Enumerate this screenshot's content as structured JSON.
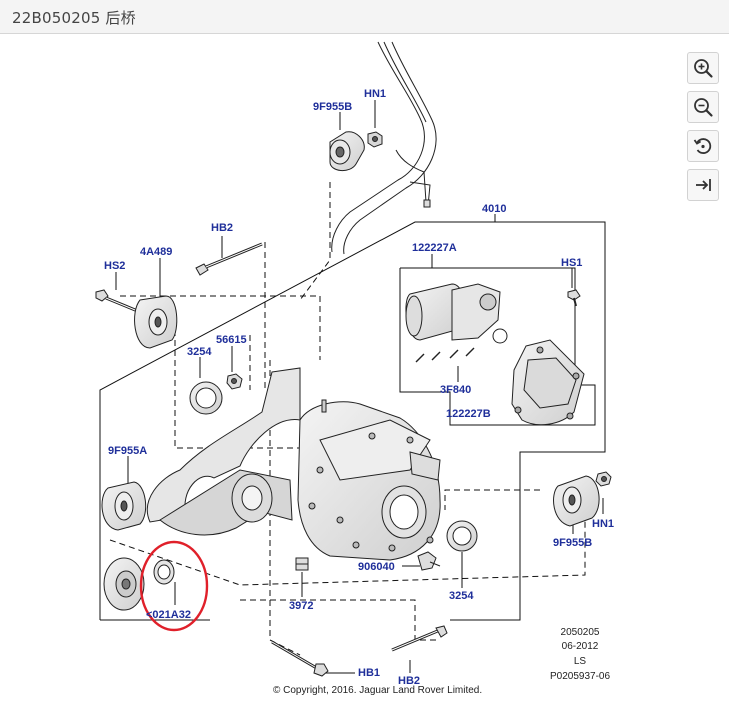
{
  "title": "22B050205  后桥",
  "toolbar": [
    {
      "icon": "zoom-in-icon"
    },
    {
      "icon": "zoom-out-icon"
    },
    {
      "icon": "rotate-icon"
    },
    {
      "icon": "collapse-icon"
    }
  ],
  "labels": {
    "l_9f955b_top": "9F955B",
    "l_hn1_top": "HN1",
    "l_hb2_top": "HB2",
    "l_hs2": "HS2",
    "l_4a489": "4A489",
    "l_4010": "4010",
    "l_122227a": "122227A",
    "l_hs1": "HS1",
    "l_56615": "56615",
    "l_3254_left": "3254",
    "l_3f840": "3F840",
    "l_122227b": "122227B",
    "l_9f955a": "9F955A",
    "l_hn1_right": "HN1",
    "l_9f955b_right": "9F955B",
    "l_906040": "906040",
    "l_3254_bottom": "3254",
    "l_3972": "3972",
    "l_021a32": "<021A32",
    "l_hb1": "HB1",
    "l_hb2_bottom": "HB2"
  },
  "meta": {
    "code": "2050205",
    "date": "06-2012",
    "initials": "LS",
    "ref": "P0205937-06"
  },
  "copyright": "© Copyright, 2016. Jaguar Land Rover Limited.",
  "colors": {
    "label": "#1f2f9a",
    "highlight_circle": "#e0202a"
  }
}
